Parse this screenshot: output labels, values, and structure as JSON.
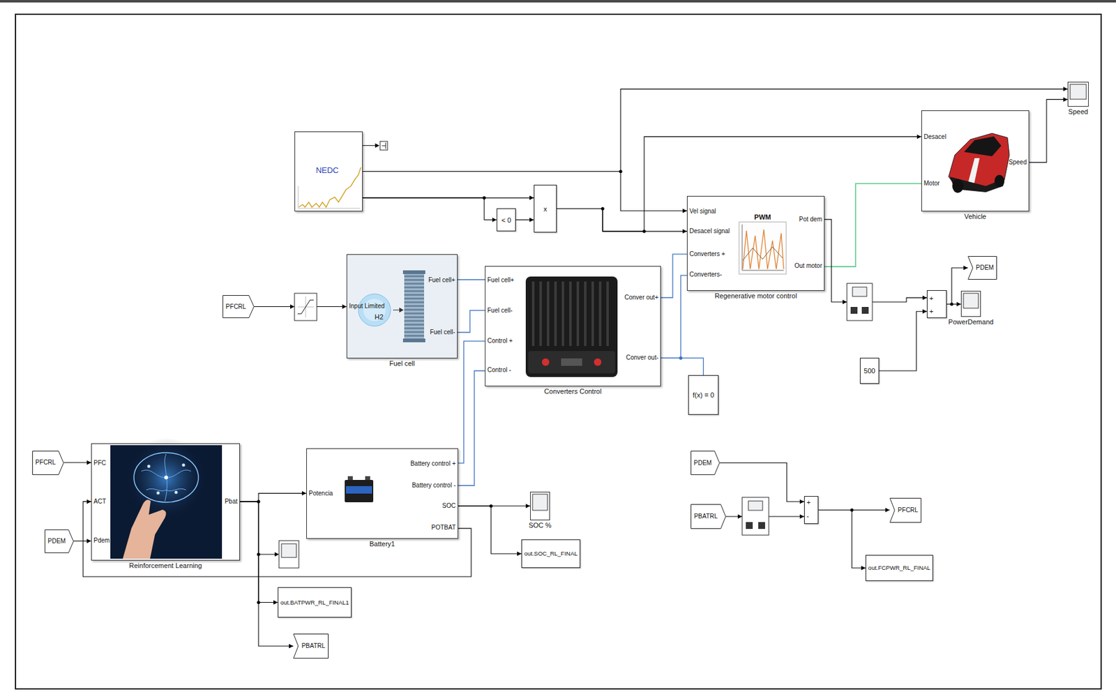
{
  "diagram": {
    "nodes": [
      {
        "text": [
          "Speed"
        ]
      },
      {
        "text": [
          "Desacel",
          "Motor",
          "Speed",
          "Vehicle"
        ]
      },
      {
        "text": [
          "NEDC"
        ]
      },
      {
        "text": [
          "x"
        ]
      },
      {
        "text": [
          "< 0"
        ]
      },
      {
        "text": [
          "Vel signal",
          "Desacel signal",
          "Converters +",
          "Converters-",
          "PWM",
          "Pot dem",
          "Out motor",
          "Regenerative motor control"
        ]
      },
      {
        "text": [
          "PDEM"
        ]
      },
      {
        "text": [
          "Input Limited",
          "H2",
          "Fuel cell+",
          "Fuel cell-",
          "Fuel cell"
        ]
      },
      {
        "text": [
          "Fuel cell+",
          "Fuel cell-",
          "Control +",
          "Control -",
          "Conver out+",
          "Conver out-",
          "Converters Control"
        ]
      },
      {
        "text": [
          "+",
          "+"
        ]
      },
      {
        "text": [
          "PowerDemand"
        ]
      },
      {
        "text": [
          "PFCRL"
        ]
      },
      {
        "text": [
          "500"
        ]
      },
      {
        "text": [
          "f(x) = 0"
        ]
      },
      {
        "text": [
          "PFCRL"
        ]
      },
      {
        "text": [
          "PFC",
          "ACT",
          "Pdem",
          "Pbat",
          "Reinforcement Learning"
        ]
      },
      {
        "text": [
          "Potencia",
          "Battery control +",
          "Battery control -",
          "SOC",
          "POTBAT",
          "Battery1"
        ]
      },
      {
        "text": [
          "PDEM"
        ]
      },
      {
        "text": [
          "SOC %"
        ]
      },
      {
        "text": [
          "PBATRL"
        ]
      },
      {
        "text": [
          "+",
          "-"
        ]
      },
      {
        "text": [
          "PFCRL"
        ]
      },
      {
        "text": [
          "PDEM"
        ]
      },
      {
        "text": [
          "out.SOC_RL_FINAL"
        ]
      },
      {
        "text": [
          "out.FCPWR_RL_FINAL"
        ]
      },
      {
        "text": [
          "out.BATPWR_RL_FINAL1"
        ]
      },
      {
        "text": [
          "PBATRL"
        ]
      }
    ],
    "edges": [
      {
        "from": 2,
        "to": 5,
        "arrow": "to"
      },
      {
        "from": 2,
        "to": 0,
        "arrow": "to"
      },
      {
        "from": 2,
        "to": 4,
        "arrow": "to"
      },
      {
        "from": 2,
        "to": 3,
        "arrow": "to"
      },
      {
        "from": 4,
        "to": 3,
        "arrow": "to"
      },
      {
        "from": 3,
        "to": 5,
        "arrow": "to"
      },
      {
        "from": 3,
        "to": 1,
        "arrow": "to"
      },
      {
        "from": 1,
        "to": 0,
        "arrow": "to"
      },
      {
        "from": 5,
        "to": 1,
        "arrow": "none"
      },
      {
        "from": 5,
        "to": 9,
        "arrow": "to"
      },
      {
        "from": 12,
        "to": 9,
        "arrow": "to"
      },
      {
        "from": 9,
        "to": 6,
        "arrow": "to"
      },
      {
        "from": 9,
        "to": 10,
        "arrow": "to"
      },
      {
        "from": 11,
        "to": 7,
        "arrow": "to"
      },
      {
        "from": 7,
        "to": 8,
        "arrow": "none"
      },
      {
        "from": 7,
        "to": 8,
        "arrow": "none"
      },
      {
        "from": 16,
        "to": 8,
        "arrow": "none"
      },
      {
        "from": 16,
        "to": 8,
        "arrow": "none"
      },
      {
        "from": 8,
        "to": 5,
        "arrow": "none"
      },
      {
        "from": 8,
        "to": 5,
        "arrow": "none"
      },
      {
        "from": 8,
        "to": 13,
        "arrow": "none"
      },
      {
        "from": 14,
        "to": 15,
        "arrow": "to"
      },
      {
        "from": 22,
        "to": 15,
        "arrow": "to"
      },
      {
        "from": 16,
        "to": 15,
        "arrow": "to"
      },
      {
        "from": 15,
        "to": 16,
        "arrow": "to"
      },
      {
        "from": 15,
        "to": 25,
        "arrow": "to"
      },
      {
        "from": 15,
        "to": 26,
        "arrow": "to"
      },
      {
        "from": 16,
        "to": 18,
        "arrow": "to"
      },
      {
        "from": 16,
        "to": 23,
        "arrow": "to"
      },
      {
        "from": 17,
        "to": 20,
        "arrow": "to"
      },
      {
        "from": 19,
        "to": 20,
        "arrow": "to"
      },
      {
        "from": 20,
        "to": 21,
        "arrow": "to"
      },
      {
        "from": 20,
        "to": 24,
        "arrow": "to"
      }
    ]
  }
}
